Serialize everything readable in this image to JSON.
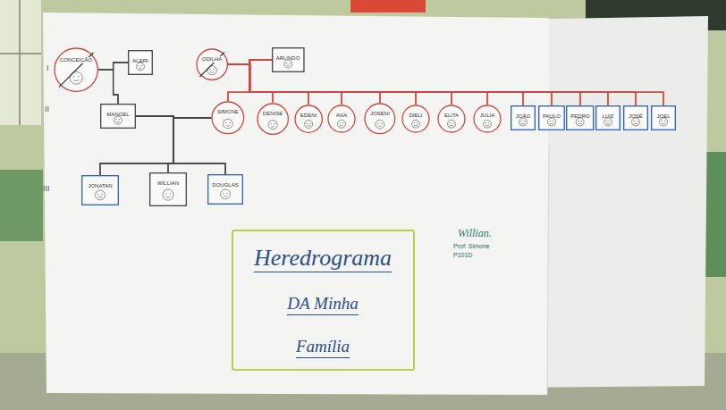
{
  "diagram": {
    "nodes": [
      {
        "text": [
          "CONCEIÇÃO"
        ]
      },
      {
        "text": [
          "ALERI"
        ]
      },
      {
        "text": [
          "ODILHA"
        ]
      },
      {
        "text": [
          "ARLINDO"
        ]
      },
      {
        "text": [
          "MANOEL"
        ]
      },
      {
        "text": [
          "SIMONE"
        ]
      },
      {
        "text": [
          "DENISE"
        ]
      },
      {
        "text": [
          "EDENI"
        ]
      },
      {
        "text": [
          "ANA"
        ]
      },
      {
        "text": [
          "JOSENI"
        ]
      },
      {
        "text": [
          "DIELI"
        ]
      },
      {
        "text": [
          "ELITA"
        ]
      },
      {
        "text": [
          "JULIA"
        ]
      },
      {
        "text": [
          "JOÃO"
        ]
      },
      {
        "text": [
          "PAULO"
        ]
      },
      {
        "text": [
          "PEDRO"
        ]
      },
      {
        "text": [
          "LUIZ"
        ]
      },
      {
        "text": [
          "JOSÉ"
        ]
      },
      {
        "text": [
          "JOEL"
        ]
      },
      {
        "text": [
          "JONATAN"
        ]
      },
      {
        "text": [
          "WILLIAN"
        ]
      },
      {
        "text": [
          "DOUGLAS"
        ]
      },
      {
        "text": [
          "Heredrograma",
          "DA Minha",
          "Família"
        ]
      }
    ],
    "edges": [
      {
        "from": 0,
        "to": 1,
        "arrow": "none"
      },
      {
        "from": 2,
        "to": 3,
        "arrow": "none"
      },
      {
        "from": 0,
        "to": 4,
        "arrow": "none"
      },
      {
        "from": 1,
        "to": 4,
        "arrow": "none"
      },
      {
        "from": 4,
        "to": 5,
        "arrow": "none"
      },
      {
        "from": 2,
        "to": 5,
        "arrow": "none"
      },
      {
        "from": 3,
        "to": 5,
        "arrow": "none"
      },
      {
        "from": 2,
        "to": 6,
        "arrow": "none"
      },
      {
        "from": 3,
        "to": 6,
        "arrow": "none"
      },
      {
        "from": 2,
        "to": 7,
        "arrow": "none"
      },
      {
        "from": 3,
        "to": 7,
        "arrow": "none"
      },
      {
        "from": 2,
        "to": 8,
        "arrow": "none"
      },
      {
        "from": 3,
        "to": 8,
        "arrow": "none"
      },
      {
        "from": 2,
        "to": 9,
        "arrow": "none"
      },
      {
        "from": 3,
        "to": 9,
        "arrow": "none"
      },
      {
        "from": 2,
        "to": 10,
        "arrow": "none"
      },
      {
        "from": 3,
        "to": 10,
        "arrow": "none"
      },
      {
        "from": 2,
        "to": 11,
        "arrow": "none"
      },
      {
        "from": 3,
        "to": 11,
        "arrow": "none"
      },
      {
        "from": 2,
        "to": 12,
        "arrow": "none"
      },
      {
        "from": 3,
        "to": 12,
        "arrow": "none"
      },
      {
        "from": 2,
        "to": 13,
        "arrow": "none"
      },
      {
        "from": 3,
        "to": 13,
        "arrow": "none"
      },
      {
        "from": 2,
        "to": 14,
        "arrow": "none"
      },
      {
        "from": 3,
        "to": 14,
        "arrow": "none"
      },
      {
        "from": 2,
        "to": 15,
        "arrow": "none"
      },
      {
        "from": 3,
        "to": 15,
        "arrow": "none"
      },
      {
        "from": 2,
        "to": 16,
        "arrow": "none"
      },
      {
        "from": 3,
        "to": 16,
        "arrow": "none"
      },
      {
        "from": 2,
        "to": 17,
        "arrow": "none"
      },
      {
        "from": 3,
        "to": 17,
        "arrow": "none"
      },
      {
        "from": 2,
        "to": 18,
        "arrow": "none"
      },
      {
        "from": 3,
        "to": 18,
        "arrow": "none"
      },
      {
        "from": 4,
        "to": 19,
        "arrow": "none"
      },
      {
        "from": 5,
        "to": 19,
        "arrow": "none"
      },
      {
        "from": 4,
        "to": 20,
        "arrow": "none"
      },
      {
        "from": 5,
        "to": 20,
        "arrow": "none"
      },
      {
        "from": 4,
        "to": 21,
        "arrow": "none"
      },
      {
        "from": 5,
        "to": 21,
        "arrow": "none"
      }
    ],
    "labels": [
      "I",
      "II",
      "III",
      "Willian.",
      "Prof: Simone",
      "P101D"
    ]
  }
}
